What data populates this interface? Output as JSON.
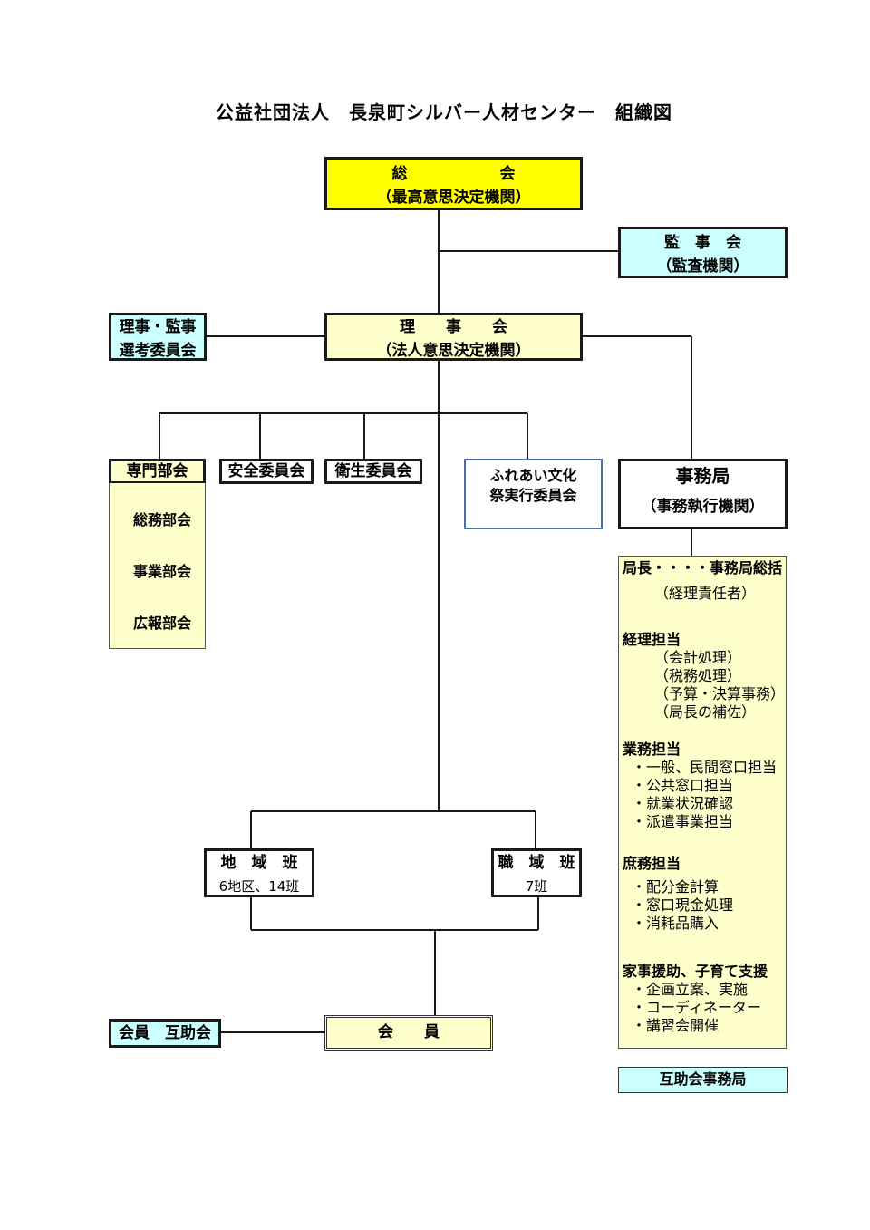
{
  "title": "公益社団法人　長泉町シルバー人材センター　組織図",
  "soukai": {
    "line1": "総　　　　　　会",
    "line2": "（最高意思決定機関）"
  },
  "kanjikai": {
    "line1": "監　事　会",
    "line2": "（監査機関）"
  },
  "rijikai": {
    "line1": "理　　事　　会",
    "line2": "（法人意思決定機関）"
  },
  "senkou": {
    "line1": "理事・監事",
    "line2": "選考委員会"
  },
  "senmon": {
    "label": "専門部会",
    "items": [
      "総務部会",
      "事業部会",
      "広報部会"
    ]
  },
  "anzen": "安全委員会",
  "eisei": "衛生委員会",
  "fureai": {
    "line1": "ふれあい文化",
    "line2": "祭実行委員会"
  },
  "jimukyoku": {
    "line1": "事務局",
    "line2": "（事務執行機関）"
  },
  "duties": {
    "head": "局長・・・・事務局総括",
    "head_note": "（経理責任者）",
    "keiri": {
      "label": "経理担当",
      "items": [
        "（会計処理）",
        "（税務処理）",
        "（予算・決算事務）",
        "（局長の補佐）"
      ]
    },
    "gyoumu": {
      "label": "業務担当",
      "items": [
        "・一般、民間窓口担当",
        "・公共窓口担当",
        "・就業状況確認",
        "・派遣事業担当"
      ]
    },
    "shomu": {
      "label": "庶務担当",
      "items": [
        "・配分金計算",
        "・窓口現金処理",
        "・消耗品購入"
      ]
    },
    "kaji": {
      "label": "家事援助、子育て支援",
      "items": [
        "・企画立案、実施",
        "・コーディネーター",
        "・講習会開催"
      ]
    }
  },
  "gojokai_jimu": "互助会事務局",
  "chiiki": {
    "line1": "地　域　班",
    "line2": "6地区、14班"
  },
  "shokuiki": {
    "line1": "職　域　班",
    "line2": "7班"
  },
  "kaiin": "会　　員",
  "gojokai": "会員　互助会"
}
